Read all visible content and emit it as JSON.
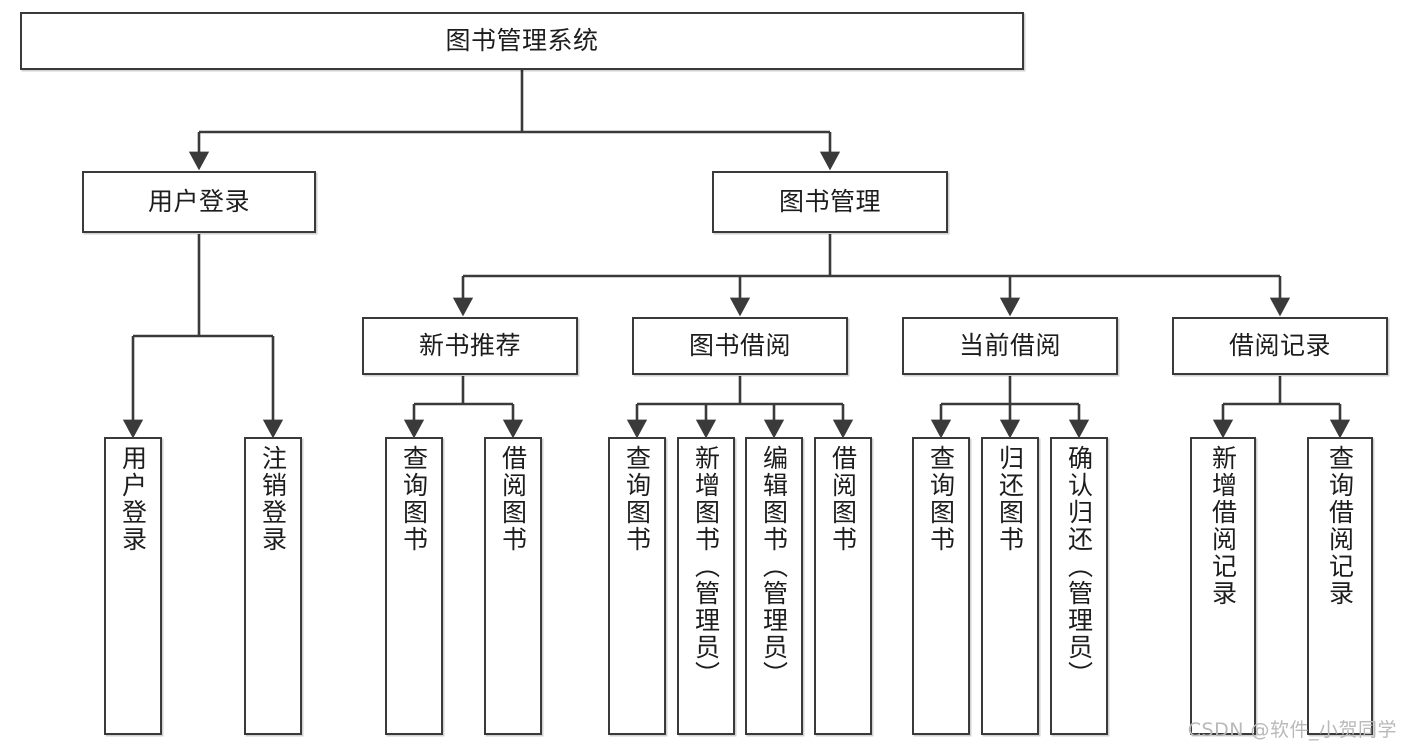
{
  "diagram": {
    "title": "图书管理系统",
    "type": "hierarchy-tree",
    "levels": 4,
    "root": {
      "id": "root",
      "label": "图书管理系统"
    },
    "level2": [
      {
        "id": "user-login",
        "label": "用户登录"
      },
      {
        "id": "book-manage",
        "label": "图书管理"
      }
    ],
    "level3": [
      {
        "id": "new-book-rec",
        "label": "新书推荐"
      },
      {
        "id": "book-borrow",
        "label": "图书借阅"
      },
      {
        "id": "current-borrow",
        "label": "当前借阅"
      },
      {
        "id": "borrow-record",
        "label": "借阅记录"
      }
    ],
    "leaves": [
      {
        "id": "leaf-user-login",
        "label": "用户登录",
        "parent": "user-login"
      },
      {
        "id": "leaf-logout-login",
        "label": "注销登录",
        "parent": "user-login"
      },
      {
        "id": "leaf-query-book-1",
        "label": "查询图书",
        "parent": "new-book-rec"
      },
      {
        "id": "leaf-borrow-book-1",
        "label": "借阅图书",
        "parent": "new-book-rec"
      },
      {
        "id": "leaf-query-book-2",
        "label": "查询图书",
        "parent": "book-borrow"
      },
      {
        "id": "leaf-add-book",
        "label": "新增图书（管理员）",
        "parent": "book-borrow"
      },
      {
        "id": "leaf-edit-book",
        "label": "编辑图书（管理员）",
        "parent": "book-borrow"
      },
      {
        "id": "leaf-borrow-book-2",
        "label": "借阅图书",
        "parent": "book-borrow"
      },
      {
        "id": "leaf-query-book-3",
        "label": "查询图书",
        "parent": "current-borrow"
      },
      {
        "id": "leaf-return-book",
        "label": "归还图书",
        "parent": "current-borrow"
      },
      {
        "id": "leaf-confirm-return",
        "label": "确认归还（管理员）",
        "parent": "current-borrow"
      },
      {
        "id": "leaf-add-record",
        "label": "新增借阅记录",
        "parent": "borrow-record"
      },
      {
        "id": "leaf-query-record",
        "label": "查询借阅记录",
        "parent": "borrow-record"
      }
    ],
    "colors": {
      "border": "#3a3a3a",
      "background": "#ffffff",
      "text": "#1d1d1d",
      "connector": "#3a3a3a",
      "watermark": "#b9b9b9"
    }
  },
  "watermark": {
    "text": "CSDN @软件_小贺同学"
  }
}
